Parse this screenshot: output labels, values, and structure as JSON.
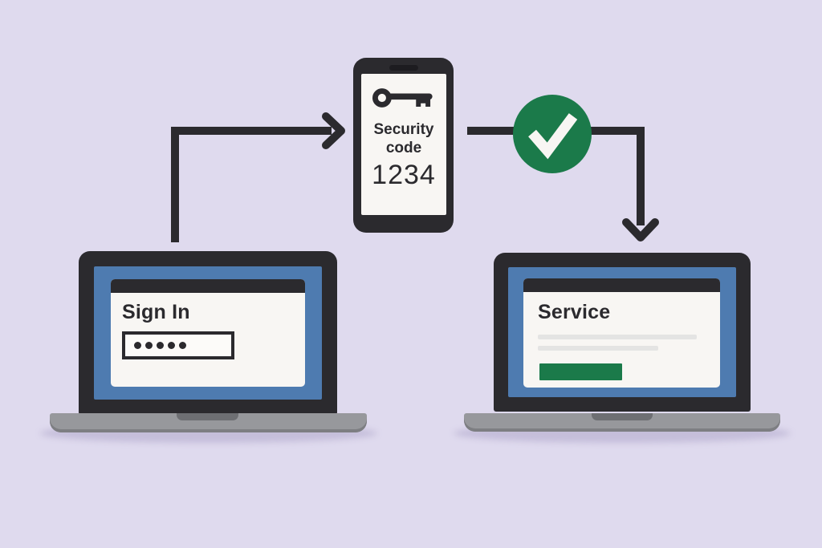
{
  "colors": {
    "background": "#dfdaee",
    "ink": "#2b2a2e",
    "screen_blue": "#4e7bb0",
    "card_white": "#f8f6f3",
    "green": "#1b7a4a",
    "base_gray": "#97989c",
    "placeholder_gray": "#e4e4e3"
  },
  "phone": {
    "icon": "key-icon",
    "label": "Security code",
    "code": "1234"
  },
  "verification": {
    "icon": "checkmark-icon",
    "badge_color": "#1b7a4a"
  },
  "left_laptop": {
    "window_title": "Sign In",
    "password_dot_count": 5
  },
  "right_laptop": {
    "window_title": "Service",
    "placeholder_line_count": 2,
    "button_color": "#1b7a4a"
  }
}
